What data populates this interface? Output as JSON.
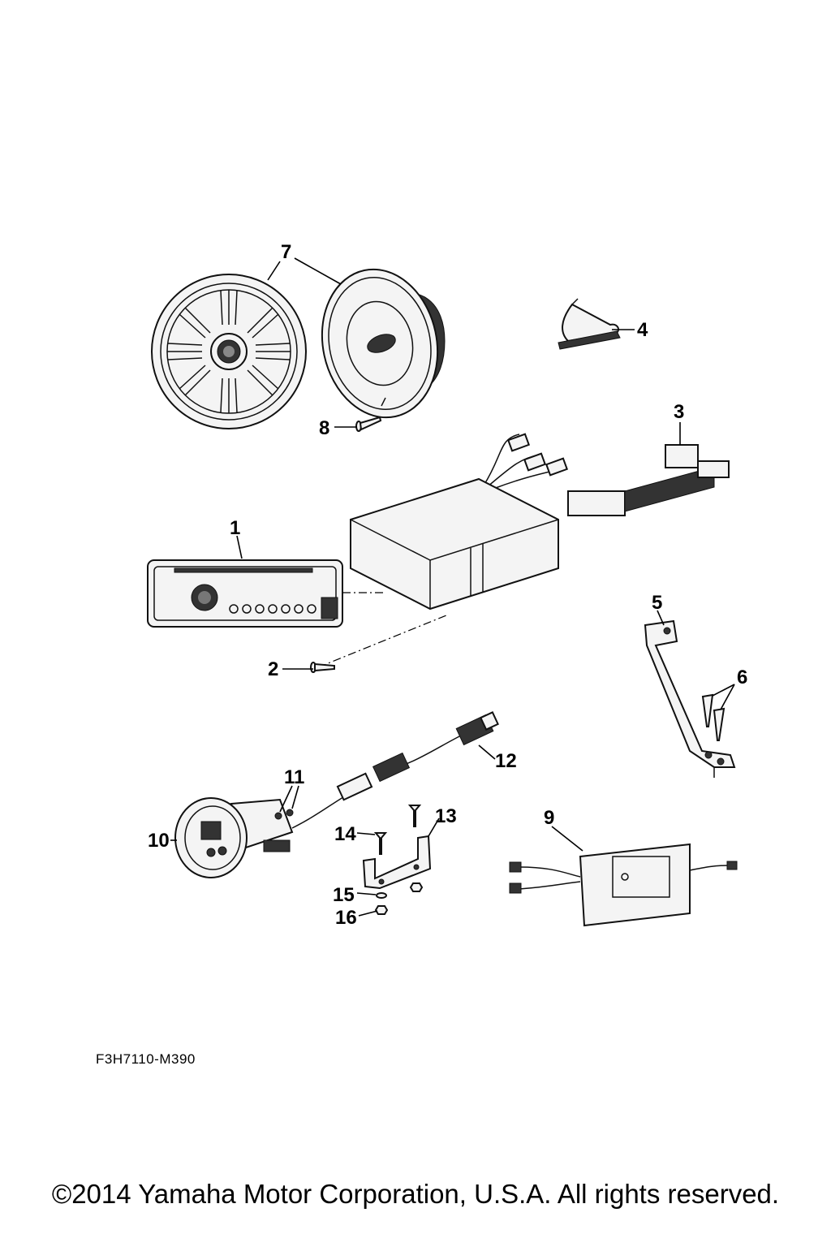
{
  "diagram": {
    "callouts": [
      {
        "id": "1",
        "label": "1",
        "part": "cd-receiver"
      },
      {
        "id": "2",
        "label": "2",
        "part": "screw"
      },
      {
        "id": "3",
        "label": "3",
        "part": "wire-harness"
      },
      {
        "id": "4",
        "label": "4",
        "part": "antenna-lead"
      },
      {
        "id": "5",
        "label": "5",
        "part": "support-bracket"
      },
      {
        "id": "6",
        "label": "6",
        "part": "screw"
      },
      {
        "id": "7",
        "label": "7",
        "part": "speaker"
      },
      {
        "id": "8",
        "label": "8",
        "part": "screw"
      },
      {
        "id": "9",
        "label": "9",
        "part": "amplifier"
      },
      {
        "id": "10",
        "label": "10",
        "part": "remote-display"
      },
      {
        "id": "11",
        "label": "11",
        "part": "washer"
      },
      {
        "id": "12",
        "label": "12",
        "part": "extension-cable"
      },
      {
        "id": "13",
        "label": "13",
        "part": "mounting-bracket"
      },
      {
        "id": "14",
        "label": "14",
        "part": "bolt"
      },
      {
        "id": "15",
        "label": "15",
        "part": "washer"
      },
      {
        "id": "16",
        "label": "16",
        "part": "nut"
      }
    ]
  },
  "footer": {
    "diagram_code": "F3H7110-M390",
    "copyright": "©2014 Yamaha Motor Corporation, U.S.A. All rights reserved."
  }
}
